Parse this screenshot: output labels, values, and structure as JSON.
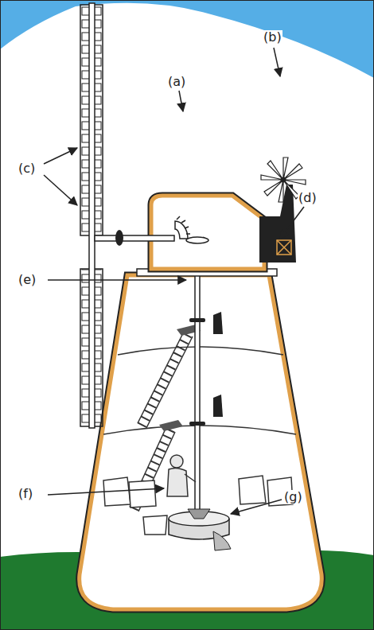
{
  "diagram": {
    "labels": [
      "(a)",
      "(b)",
      "(c)",
      "(d)",
      "(e)",
      "(f)",
      "(g)"
    ]
  }
}
